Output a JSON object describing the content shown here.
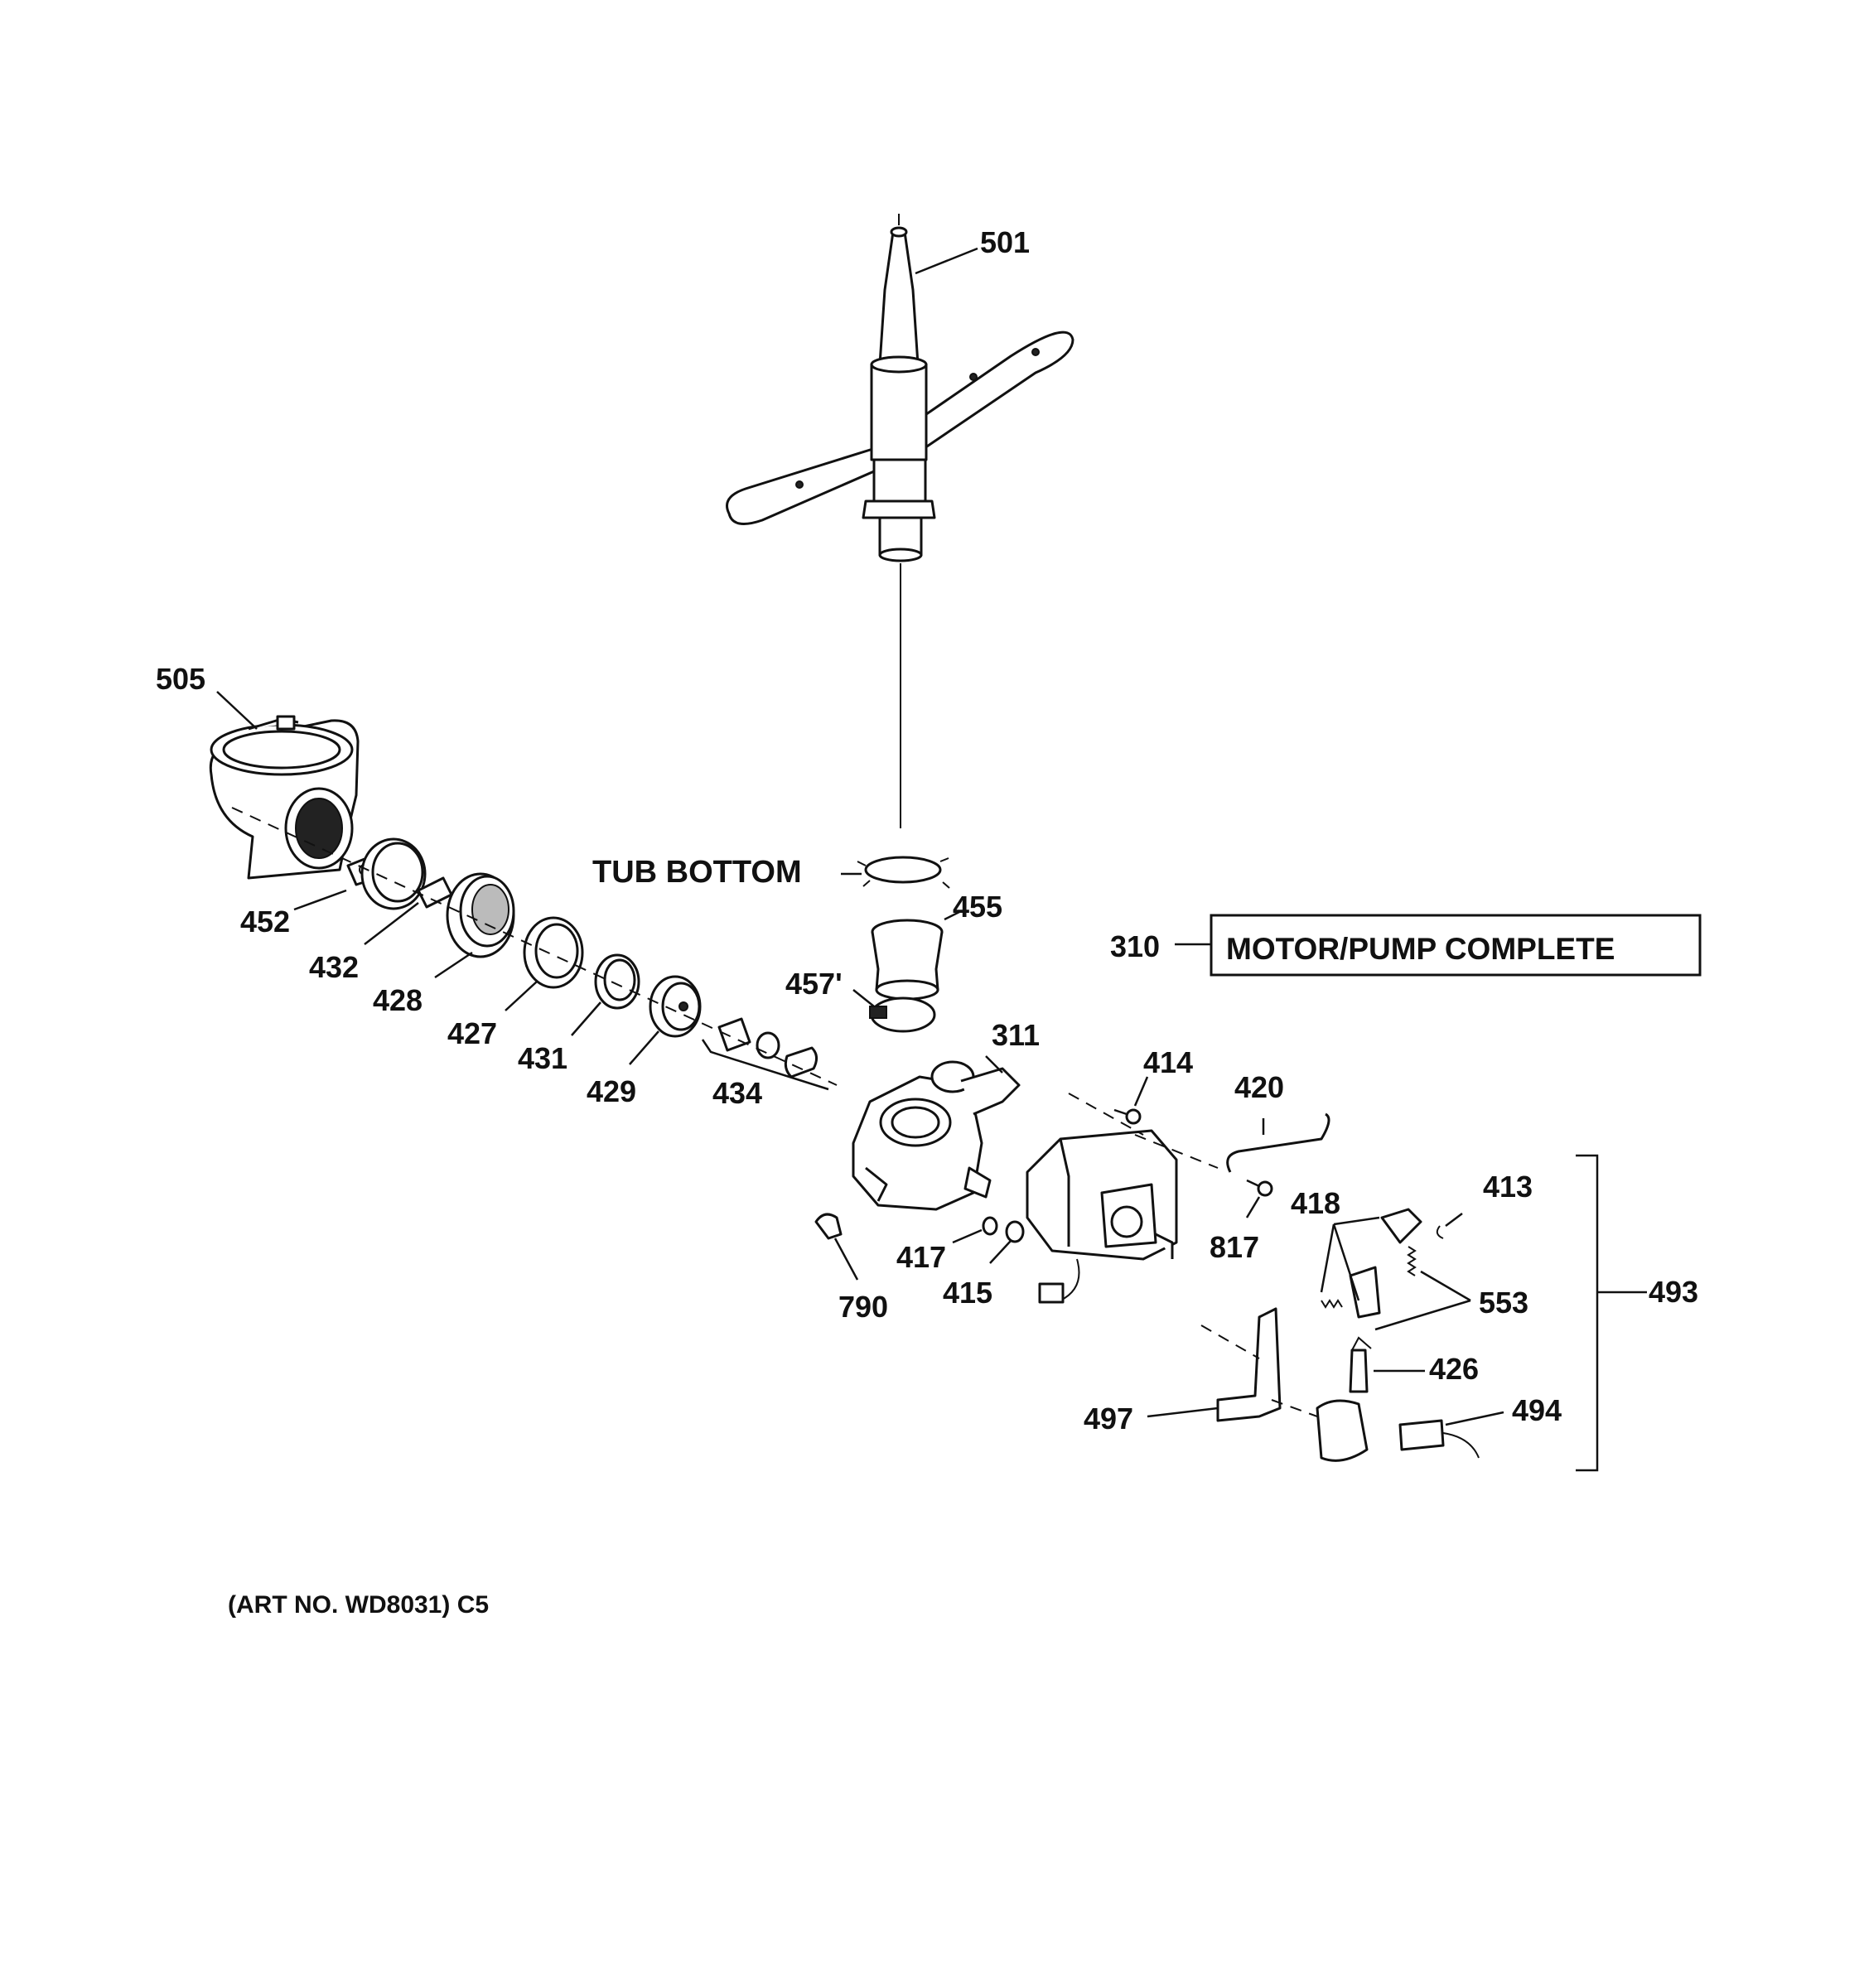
{
  "diagram": {
    "art_number": "(ART NO. WD8031) C5",
    "tub_bottom": "TUB BOTTOM",
    "motor_pump_box": "MOTOR/PUMP COMPLETE",
    "parts": {
      "p501": "501",
      "p505": "505",
      "p452": "452",
      "p432": "432",
      "p428": "428",
      "p427": "427",
      "p431": "431",
      "p429": "429",
      "p434": "434",
      "p455": "455",
      "p457": "457'",
      "p310": "310",
      "p311": "311",
      "p414": "414",
      "p420": "420",
      "p413": "413",
      "p418": "418",
      "p817": "817",
      "p417": "417",
      "p415": "415",
      "p790": "790",
      "p553": "553",
      "p493": "493",
      "p426": "426",
      "p494": "494",
      "p497": "497"
    }
  }
}
